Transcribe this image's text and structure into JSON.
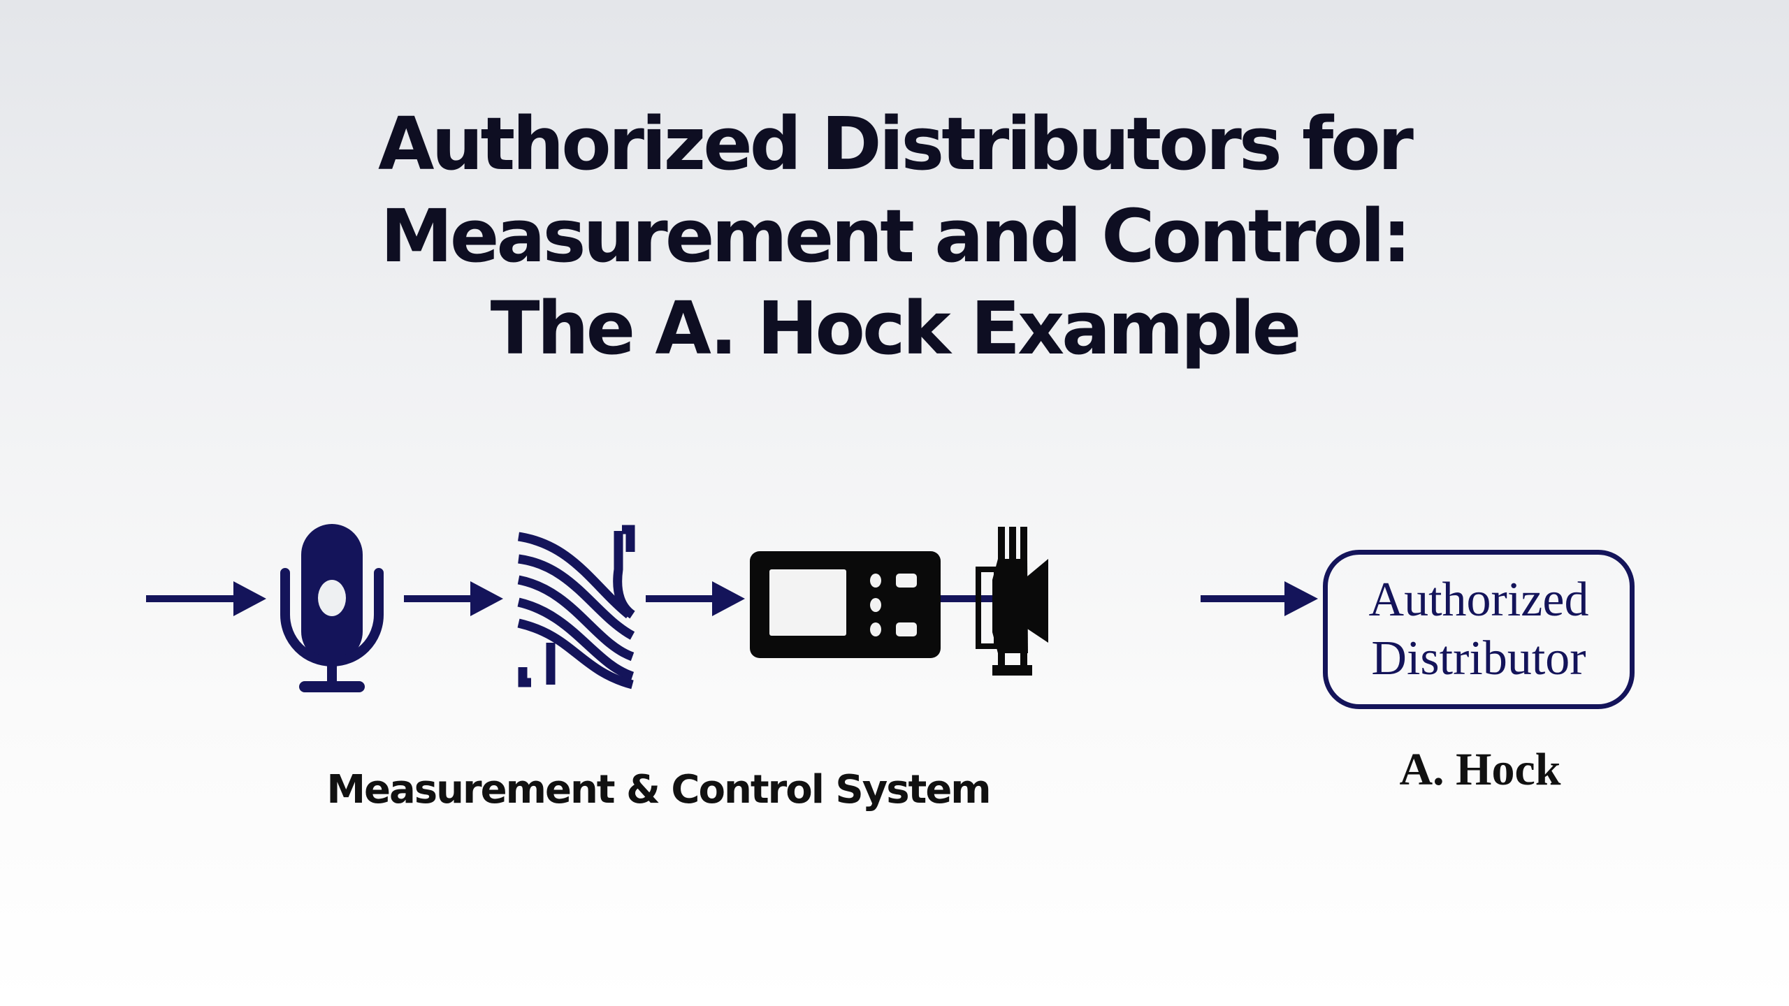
{
  "title": {
    "line1": "Authorized Distributors for",
    "line2": "Measurement and Control:",
    "line3": "The A. Hock Example"
  },
  "diagram": {
    "system_label": "Measurement & Control System",
    "distributor_box": {
      "line1": "Authorized",
      "line2": "Distributor"
    },
    "distributor_name": "A. Hock",
    "icons": [
      "microphone-icon",
      "sensor-waves-icon",
      "control-device-icon",
      "valve-actuator-icon"
    ]
  },
  "colors": {
    "navy": "#14145a",
    "black": "#0a0a0a"
  }
}
